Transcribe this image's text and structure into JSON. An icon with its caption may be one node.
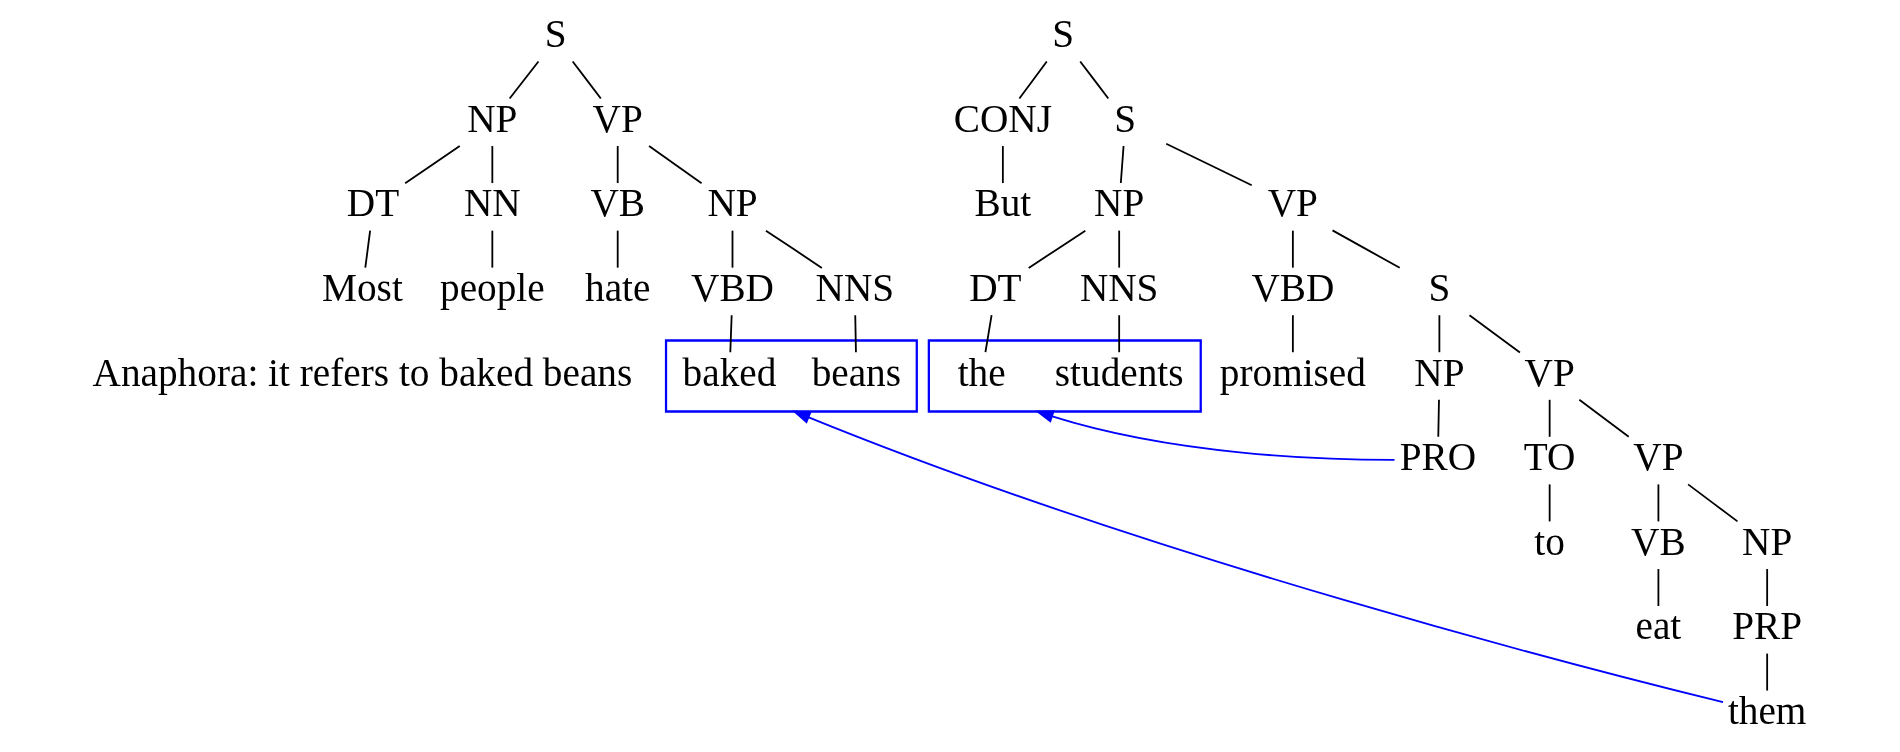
{
  "diagram": {
    "nodes": [
      {
        "text": [
          "S"
        ]
      },
      {
        "text": [
          "NP"
        ]
      },
      {
        "text": [
          "VP"
        ]
      },
      {
        "text": [
          "DT"
        ]
      },
      {
        "text": [
          "NN"
        ]
      },
      {
        "text": [
          "VB"
        ]
      },
      {
        "text": [
          "NP"
        ]
      },
      {
        "text": [
          "Most"
        ]
      },
      {
        "text": [
          "people"
        ]
      },
      {
        "text": [
          "hate"
        ]
      },
      {
        "text": [
          "VBD"
        ]
      },
      {
        "text": [
          "NNS"
        ]
      },
      {
        "text": [],
        "shape": "bracket"
      },
      {
        "text": [
          "baked"
        ],
        "in": 12
      },
      {
        "text": [
          "beans"
        ],
        "in": 12
      },
      {
        "text": [
          "S"
        ]
      },
      {
        "text": [
          "CONJ"
        ]
      },
      {
        "text": [
          "S"
        ]
      },
      {
        "text": [
          "But"
        ]
      },
      {
        "text": [
          "NP"
        ]
      },
      {
        "text": [
          "VP"
        ]
      },
      {
        "text": [
          "DT"
        ]
      },
      {
        "text": [
          "NNS"
        ]
      },
      {
        "text": [
          "VBD"
        ]
      },
      {
        "text": [
          "S"
        ]
      },
      {
        "text": [],
        "shape": "bracket"
      },
      {
        "text": [
          "the"
        ],
        "in": 25
      },
      {
        "text": [
          "students"
        ],
        "in": 25
      },
      {
        "text": [
          "promised"
        ]
      },
      {
        "text": [
          "NP"
        ]
      },
      {
        "text": [
          "VP"
        ]
      },
      {
        "text": [
          "PRO"
        ]
      },
      {
        "text": [
          "TO"
        ]
      },
      {
        "text": [
          "VP"
        ]
      },
      {
        "text": [
          "to"
        ]
      },
      {
        "text": [
          "VB"
        ]
      },
      {
        "text": [
          "NP"
        ]
      },
      {
        "text": [
          "eat"
        ]
      },
      {
        "text": [
          "PRP"
        ]
      },
      {
        "text": [
          "them"
        ]
      }
    ],
    "edges": [
      {
        "from": 0,
        "to": 1,
        "arrow": "none"
      },
      {
        "from": 0,
        "to": 2,
        "arrow": "none"
      },
      {
        "from": 1,
        "to": 3,
        "arrow": "none"
      },
      {
        "from": 1,
        "to": 4,
        "arrow": "none"
      },
      {
        "from": 2,
        "to": 5,
        "arrow": "none"
      },
      {
        "from": 2,
        "to": 6,
        "arrow": "none"
      },
      {
        "from": 3,
        "to": 7,
        "arrow": "none"
      },
      {
        "from": 4,
        "to": 8,
        "arrow": "none"
      },
      {
        "from": 5,
        "to": 9,
        "arrow": "none"
      },
      {
        "from": 6,
        "to": 10,
        "arrow": "none"
      },
      {
        "from": 6,
        "to": 11,
        "arrow": "none"
      },
      {
        "from": 10,
        "to": 13,
        "arrow": "none"
      },
      {
        "from": 11,
        "to": 14,
        "arrow": "none"
      },
      {
        "from": 15,
        "to": 16,
        "arrow": "none"
      },
      {
        "from": 15,
        "to": 17,
        "arrow": "none"
      },
      {
        "from": 16,
        "to": 18,
        "arrow": "none"
      },
      {
        "from": 17,
        "to": 19,
        "arrow": "none"
      },
      {
        "from": 17,
        "to": 20,
        "arrow": "none"
      },
      {
        "from": 19,
        "to": 21,
        "arrow": "none"
      },
      {
        "from": 19,
        "to": 22,
        "arrow": "none"
      },
      {
        "from": 20,
        "to": 23,
        "arrow": "none"
      },
      {
        "from": 20,
        "to": 24,
        "arrow": "none"
      },
      {
        "from": 21,
        "to": 26,
        "arrow": "none"
      },
      {
        "from": 22,
        "to": 27,
        "arrow": "none"
      },
      {
        "from": 23,
        "to": 28,
        "arrow": "none"
      },
      {
        "from": 24,
        "to": 29,
        "arrow": "none"
      },
      {
        "from": 24,
        "to": 30,
        "arrow": "none"
      },
      {
        "from": 29,
        "to": 31,
        "arrow": "none"
      },
      {
        "from": 30,
        "to": 32,
        "arrow": "none"
      },
      {
        "from": 30,
        "to": 33,
        "arrow": "none"
      },
      {
        "from": 32,
        "to": 34,
        "arrow": "none"
      },
      {
        "from": 33,
        "to": 35,
        "arrow": "none"
      },
      {
        "from": 33,
        "to": 36,
        "arrow": "none"
      },
      {
        "from": 35,
        "to": 37,
        "arrow": "none"
      },
      {
        "from": 36,
        "to": 38,
        "arrow": "none"
      },
      {
        "from": 38,
        "to": 39,
        "arrow": "none"
      },
      {
        "from": 31,
        "to": 25,
        "arrow": "to",
        "color": "#0000ff"
      },
      {
        "from": 39,
        "to": 12,
        "arrow": "to",
        "color": "#0000ff"
      }
    ],
    "labels": [
      "Anaphora: it refers to baked beans"
    ]
  }
}
